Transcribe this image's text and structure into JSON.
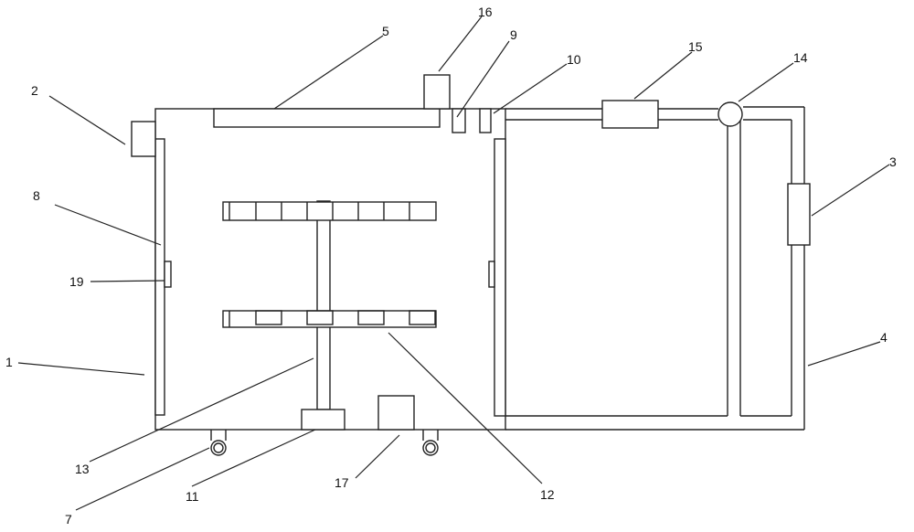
{
  "diagram": {
    "labels": {
      "l1": "1",
      "l2": "2",
      "l3": "3",
      "l4": "4",
      "l5": "5",
      "l7": "7",
      "l8": "8",
      "l9": "9",
      "l10": "10",
      "l11": "11",
      "l12": "12",
      "l13": "13",
      "l14": "14",
      "l15": "15",
      "l16": "16",
      "l17": "17",
      "l19": "19"
    }
  }
}
